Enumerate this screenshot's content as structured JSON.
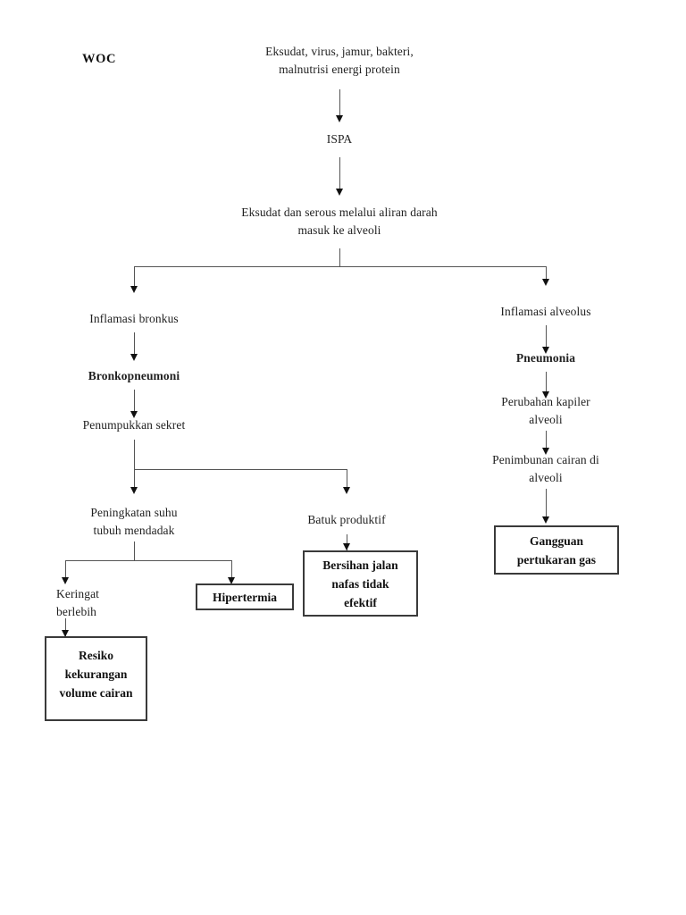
{
  "document": {
    "title_label": "WOC",
    "language": "id"
  },
  "diagram": {
    "type": "flowchart",
    "orientation": "top-down",
    "line_color": "#555555",
    "arrow_color": "#111111",
    "box_border_color": "#3a3a3a",
    "text_color": "#1f1f1f",
    "nodes": [
      {
        "id": "n1",
        "label": "Eksudat, virus, jamur, bakteri,\nmalnutrisi energi protein",
        "style": "plain"
      },
      {
        "id": "n2",
        "label": "ISPA",
        "style": "plain"
      },
      {
        "id": "n3",
        "label": "Eksudat dan serous melalui aliran darah\nmasuk ke alveoli",
        "style": "plain"
      },
      {
        "id": "n4",
        "label": "Inflamasi bronkus",
        "style": "plain"
      },
      {
        "id": "n5",
        "label": "Bronkopneumoni",
        "style": "bold"
      },
      {
        "id": "n6",
        "label": "Penumpukkan sekret",
        "style": "plain"
      },
      {
        "id": "n7",
        "label": "Peningkatan suhu\ntubuh mendadak",
        "style": "plain"
      },
      {
        "id": "n8",
        "label": "Batuk produktif",
        "style": "plain"
      },
      {
        "id": "n9",
        "label": "Keringat\nberlebih",
        "style": "plain"
      },
      {
        "id": "n10",
        "label": "Hipertermia",
        "style": "box"
      },
      {
        "id": "n11",
        "label": "Bersihan jalan\nnafas tidak\nefektif",
        "style": "box"
      },
      {
        "id": "n12",
        "label": "Resiko\nkekurangan\nvolume cairan",
        "style": "box"
      },
      {
        "id": "n13",
        "label": "Inflamasi alveolus",
        "style": "plain"
      },
      {
        "id": "n14",
        "label": "Pneumonia",
        "style": "bold"
      },
      {
        "id": "n15",
        "label": "Perubahan kapiler\nalveoli",
        "style": "plain"
      },
      {
        "id": "n16",
        "label": "Penimbunan cairan di\nalveoli",
        "style": "plain"
      },
      {
        "id": "n17",
        "label": "Gangguan\npertukaran gas",
        "style": "box"
      }
    ],
    "edges": [
      {
        "from": "n1",
        "to": "n2"
      },
      {
        "from": "n2",
        "to": "n3"
      },
      {
        "from": "n3",
        "to": "n4"
      },
      {
        "from": "n3",
        "to": "n13"
      },
      {
        "from": "n4",
        "to": "n5"
      },
      {
        "from": "n5",
        "to": "n6"
      },
      {
        "from": "n6",
        "to": "n7"
      },
      {
        "from": "n6",
        "to": "n8"
      },
      {
        "from": "n7",
        "to": "n9"
      },
      {
        "from": "n7",
        "to": "n10"
      },
      {
        "from": "n8",
        "to": "n11"
      },
      {
        "from": "n9",
        "to": "n12"
      },
      {
        "from": "n13",
        "to": "n14"
      },
      {
        "from": "n14",
        "to": "n15"
      },
      {
        "from": "n15",
        "to": "n16"
      },
      {
        "from": "n16",
        "to": "n17"
      }
    ]
  }
}
